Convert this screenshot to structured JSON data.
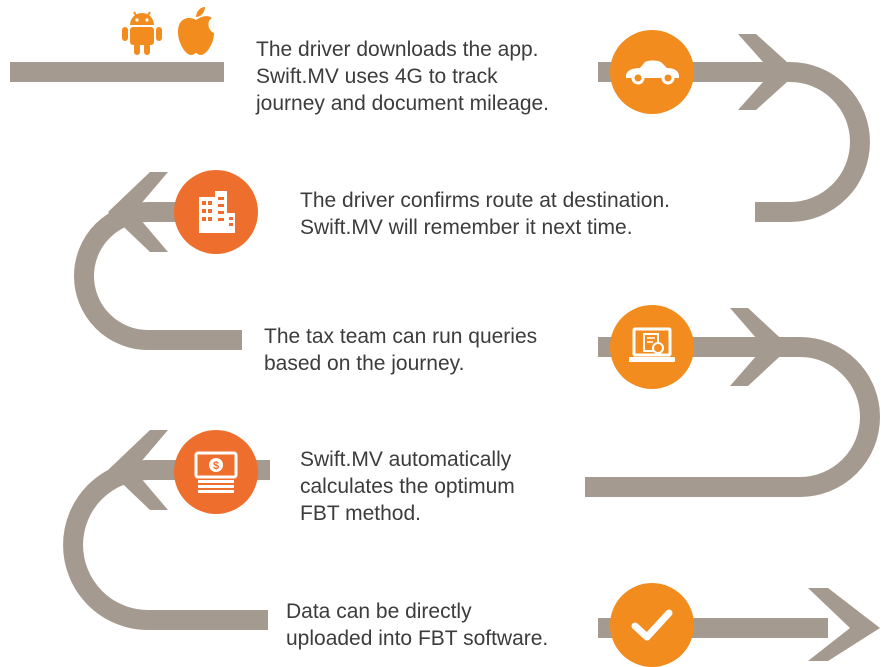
{
  "colors": {
    "path": "#a59a8f",
    "badge_orange": "#f28c1f",
    "badge_deep_orange": "#ee6f2d",
    "text": "#3c3c3c"
  },
  "platform_icons": [
    "android-icon",
    "apple-icon"
  ],
  "steps": [
    {
      "icon": "car-icon",
      "text": "The driver downloads the app.\nSwift.MV uses 4G to track\njourney and document mileage."
    },
    {
      "icon": "buildings-icon",
      "text": "The driver confirms route at destination.\nSwift.MV will remember it next time."
    },
    {
      "icon": "laptop-icon",
      "text": "The tax team can run queries\nbased on the journey."
    },
    {
      "icon": "money-icon",
      "text": "Swift.MV automatically\ncalculates the optimum\nFBT method."
    },
    {
      "icon": "checkmark-icon",
      "text": "Data can be directly\nuploaded into FBT software."
    }
  ]
}
